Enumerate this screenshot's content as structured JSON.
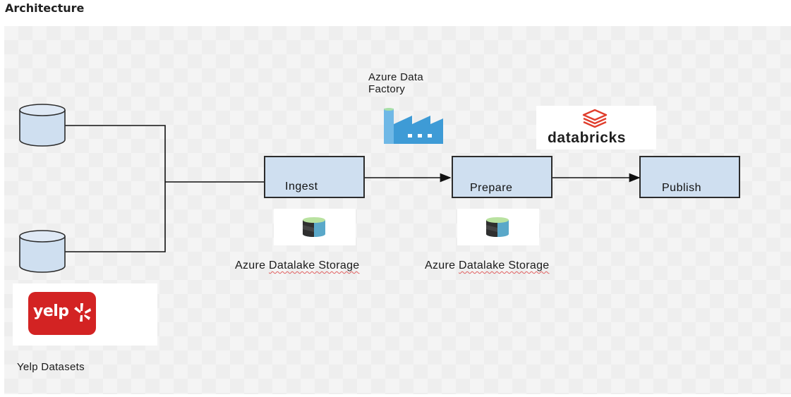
{
  "page": {
    "heading": "Architecture"
  },
  "diagram": {
    "source_label": "Yelp Datasets",
    "stages": [
      {
        "label": "Ingest"
      },
      {
        "label": "Prepare"
      },
      {
        "label": "Publish"
      }
    ],
    "orchestrator_label": "Azure Data\nFactory",
    "processing_label": "databricks",
    "storage_labels": [
      {
        "label": "Azure Datalake Storage"
      },
      {
        "label": "Azure Datalake Storage"
      }
    ],
    "logo_text": "yelp",
    "colors": {
      "stage_fill": "#cfdff0",
      "stage_border": "#2c2c2c",
      "yelp_red": "#d32323",
      "databricks_red": "#e03e2d",
      "adf_blue": "#3e9bd6",
      "storage_teal": "#5aa8c9"
    },
    "icons": [
      "database-icon",
      "database-icon",
      "azure-data-factory-icon",
      "databricks-icon",
      "datalake-storage-icon",
      "datalake-storage-icon",
      "yelp-logo"
    ]
  }
}
